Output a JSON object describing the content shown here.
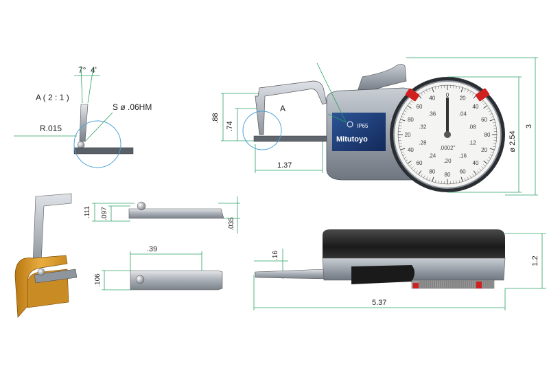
{
  "detail": {
    "view_label": "A ( 2 : 1 )",
    "angle_deg": "7°",
    "angle_min": "4'",
    "radius": "R.015",
    "sphere_spec": "S ø .06HM"
  },
  "front_view": {
    "callout": "A",
    "dim_088": ".88",
    "dim_074": ".74",
    "dim_137": "1.37",
    "dim_diameter": "ø 2.54",
    "dim_height": "3",
    "brand": "Mitutoyo",
    "ip_rating": "IP65"
  },
  "dial": {
    "outer_numbers": [
      "0",
      "20",
      "40",
      "60",
      "80",
      "20",
      "40",
      "60",
      "80",
      "80",
      "60",
      "40",
      "20",
      "80",
      "60",
      "40"
    ],
    "inner_numbers": [
      ".04",
      ".08",
      ".12",
      ".16",
      ".20",
      ".24",
      ".28",
      ".32",
      ".36"
    ],
    "center_label": ".0002\""
  },
  "tip_side": {
    "dim_111": ".111",
    "dim_097": ".097",
    "dim_035": ".035"
  },
  "tip_top": {
    "dim_039": ".39",
    "dim_106": ".106"
  },
  "side_view": {
    "dim_016": ".16",
    "dim_12": "1.2",
    "dim_537": "5.37"
  },
  "colors": {
    "dimension_green": "#28a060",
    "detail_blue": "#4aa0d8",
    "body_blue": "#1f3e78",
    "indicator_red": "#d02020",
    "workpiece_orange": "#d99a2b"
  }
}
